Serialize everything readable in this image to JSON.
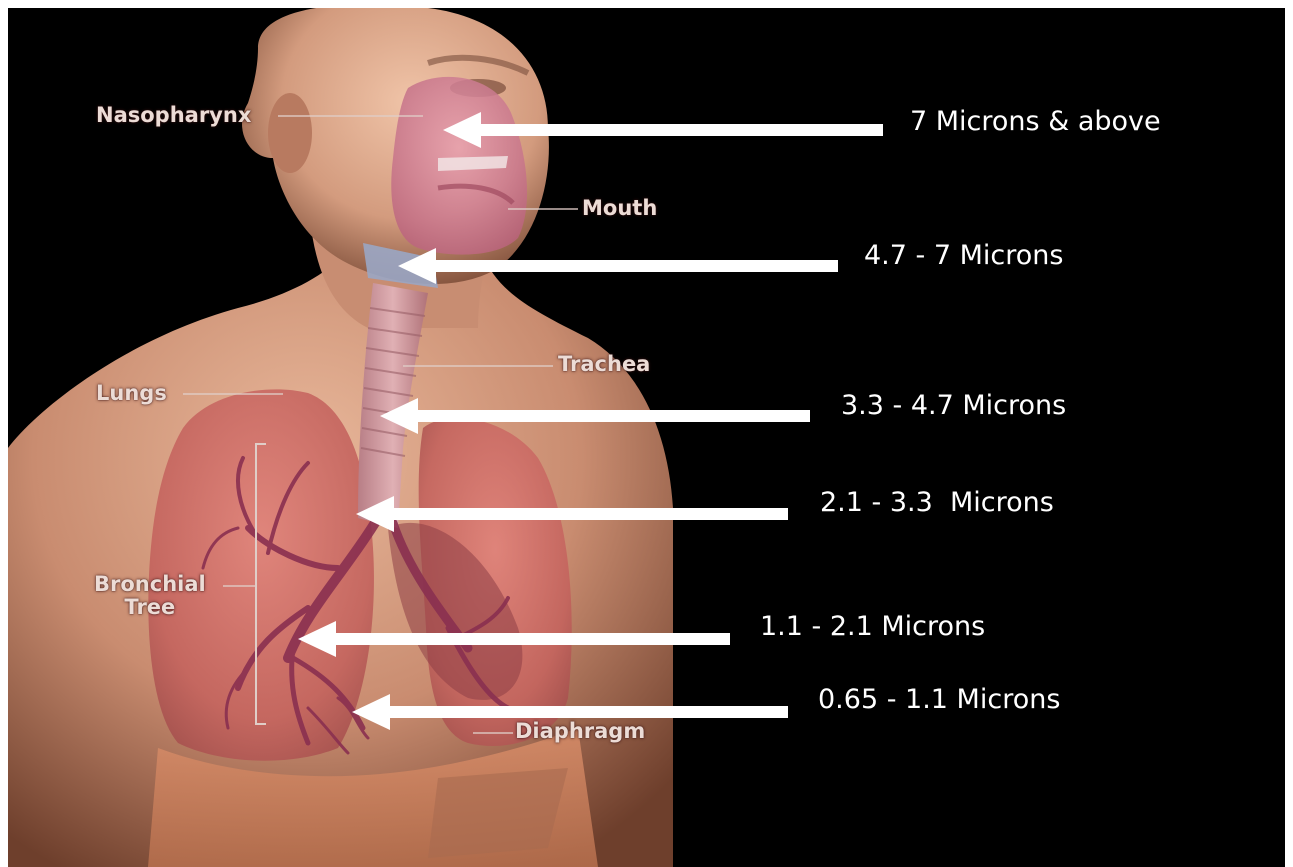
{
  "anatomy_labels": {
    "nasopharynx": "Nasopharynx",
    "mouth": "Mouth",
    "trachea": "Trachea",
    "lungs": "Lungs",
    "bronchial_tree": "Bronchial\nTree",
    "diaphragm": "Diaphragm"
  },
  "particle_sizes": [
    "7 Microns & above",
    "4.7 - 7 Microns",
    "3.3 - 4.7 Microns",
    "2.1 - 3.3  Microns",
    "1.1 - 2.1 Microns",
    "0.65 - 1.1 Microns"
  ],
  "colors": {
    "background": "#000000",
    "skin": "#c98c70",
    "lungs": "#c86a63",
    "airway": "#c47c8c",
    "bronchi": "#8a3050",
    "arrow": "#ffffff",
    "label": "#ecdcd6"
  }
}
